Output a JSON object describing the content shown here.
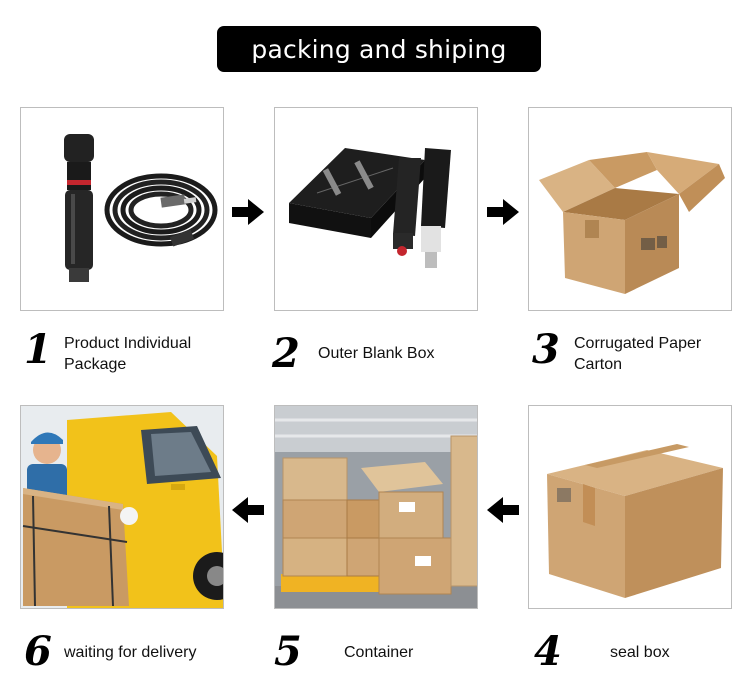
{
  "title": "packing and shiping",
  "steps": [
    {
      "num": "1",
      "label_line1": "Product Individual",
      "label_line2": "Package"
    },
    {
      "num": "2",
      "label_line1": "Outer Blank Box",
      "label_line2": ""
    },
    {
      "num": "3",
      "label_line1": "Corrugated Paper",
      "label_line2": "Carton"
    },
    {
      "num": "4",
      "label_line1": "seal box",
      "label_line2": ""
    },
    {
      "num": "5",
      "label_line1": "Container",
      "label_line2": ""
    },
    {
      "num": "6",
      "label_line1": "waiting for delivery",
      "label_line2": ""
    }
  ],
  "colors": {
    "title_bg": "#000000",
    "title_text": "#ffffff",
    "frame_border": "#bdbdbd",
    "cardboard": "#cfa574",
    "van_yellow": "#f2c21a"
  }
}
